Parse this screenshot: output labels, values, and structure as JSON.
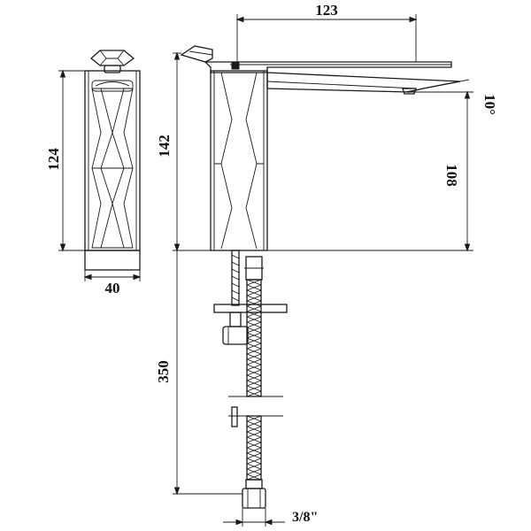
{
  "dimensions": {
    "spout_reach": "123",
    "lever_angle": "10°",
    "body_height_front": "124",
    "body_width_front": "40",
    "total_height": "142",
    "spout_height": "108",
    "hose_length": "350",
    "connection": "3/8\""
  }
}
